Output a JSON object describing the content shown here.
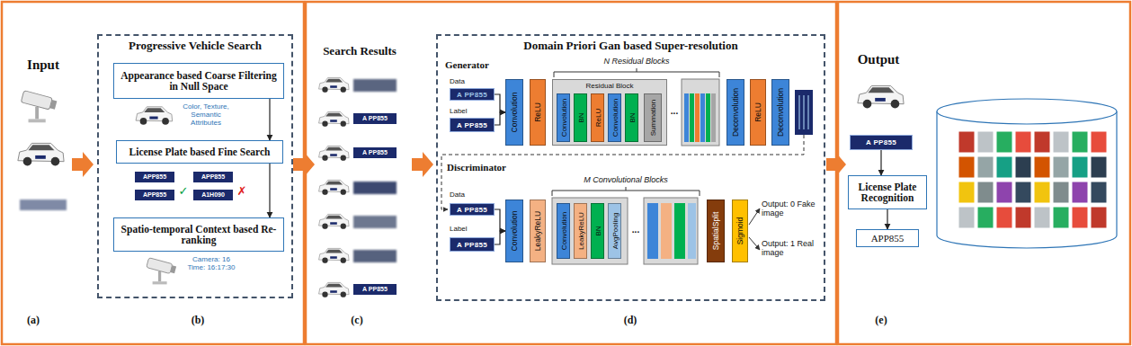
{
  "diagram": {
    "nodes": [
      {
        "text": [
          "Progressive Vehicle Search"
        ]
      },
      {
        "text": [
          "Appearance based Coarse Filtering in Null Space"
        ],
        "in": 0
      },
      {
        "text": [
          "License Plate based Fine Search"
        ],
        "in": 0
      },
      {
        "text": [
          "Spatio-temporal Context based Re-ranking"
        ],
        "in": 0
      },
      {
        "text": [
          "Domain Priori Gan based Super-resolution"
        ]
      },
      {
        "text": [
          "A PP855"
        ],
        "in": 4
      },
      {
        "text": [
          "A PP855"
        ],
        "in": 4
      },
      {
        "text": [
          "Convolution"
        ],
        "in": 4
      },
      {
        "text": [
          "ReLU"
        ],
        "in": 4
      },
      {
        "text": [
          "Residual Block"
        ],
        "in": 4
      },
      {
        "text": [
          "Convolution"
        ],
        "in": 9
      },
      {
        "text": [
          "BN"
        ],
        "in": 9
      },
      {
        "text": [
          "ReLU"
        ],
        "in": 9
      },
      {
        "text": [
          "Convolution"
        ],
        "in": 9
      },
      {
        "text": [
          "BN"
        ],
        "in": 9
      },
      {
        "text": [
          "Summation"
        ],
        "in": 9
      },
      {
        "text": [
          "Deconvolution"
        ],
        "in": 4
      },
      {
        "text": [
          "ReLU"
        ],
        "in": 4
      },
      {
        "text": [
          "Deconvolution"
        ],
        "in": 4
      },
      {
        "text": [
          "A PP855"
        ],
        "in": 4
      },
      {
        "text": [
          "A PP855"
        ],
        "in": 4
      },
      {
        "text": [
          "Convolution"
        ],
        "in": 4
      },
      {
        "text": [
          "LeakyReLU"
        ],
        "in": 4
      },
      {
        "text": [
          "Convolution"
        ],
        "in": 4
      },
      {
        "text": [
          "LeakyReLU"
        ],
        "in": 4
      },
      {
        "text": [
          "BN"
        ],
        "in": 4
      },
      {
        "text": [
          "AvgPooling"
        ],
        "in": 4
      },
      {
        "text": [
          "SpatialSplit"
        ],
        "in": 4
      },
      {
        "text": [
          "Sigmoid"
        ],
        "in": 4
      },
      {
        "text": [
          "A PP855"
        ]
      },
      {
        "text": [
          "License Plate Recognition"
        ]
      },
      {
        "text": [
          "APP855"
        ]
      }
    ],
    "edges": [
      {
        "from": 1,
        "to": 2,
        "arrow": "to"
      },
      {
        "from": 2,
        "to": 3,
        "arrow": "to"
      },
      {
        "from": 5,
        "to": 7,
        "arrow": "to"
      },
      {
        "from": 6,
        "to": 7,
        "arrow": "to"
      },
      {
        "from": 19,
        "to": 21,
        "arrow": "to"
      },
      {
        "from": 20,
        "to": 21,
        "arrow": "to"
      },
      {
        "from": 29,
        "to": 30,
        "arrow": "to"
      },
      {
        "from": 30,
        "to": 31,
        "arrow": "to"
      }
    ],
    "labels": [
      "Input",
      "(a)",
      "Color, Texture, Semantic Attributes",
      "APP855",
      "APP855",
      "APP855",
      "✓",
      "A1H090",
      "✗",
      "Camera: 16 Time: 16:17:30",
      "(b)",
      "Search Results",
      "A PP855",
      "A PP855",
      "A PP855",
      "(c)",
      "Generator",
      "Data",
      "Label",
      "N Residual Blocks",
      "...",
      "Discriminator",
      "Data",
      "Label",
      "M Convolutional Blocks",
      "...",
      "Output: 0 Fake image",
      "Output: 1 Real image",
      "(d)",
      "Output",
      "(e)"
    ]
  }
}
